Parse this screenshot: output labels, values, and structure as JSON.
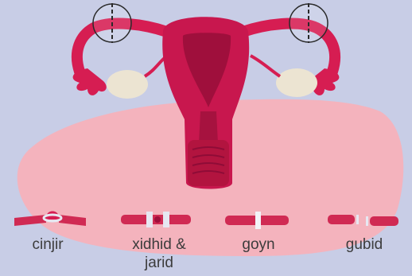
{
  "colors": {
    "background": "#c8cde6",
    "pelvis_fill": "#f4b3bd",
    "uterus_dark": "#c8174e",
    "uterus_light": "#e0365f",
    "cavity": "#9f0f3c",
    "ovary": "#ece4d2",
    "clip": "#e6e8f2",
    "label_text": "#3c3c3c"
  },
  "methods": [
    {
      "id": "ring",
      "label_line1": "cinjir",
      "label_line2": ""
    },
    {
      "id": "clip",
      "label_line1": "xidhid &",
      "label_line2": "jarid"
    },
    {
      "id": "band",
      "label_line1": "goyn",
      "label_line2": ""
    },
    {
      "id": "cut",
      "label_line1": "gubid",
      "label_line2": ""
    }
  ],
  "markers": [
    {
      "side": "left",
      "icon": "target-circle-icon"
    },
    {
      "side": "right",
      "icon": "target-circle-icon"
    }
  ]
}
